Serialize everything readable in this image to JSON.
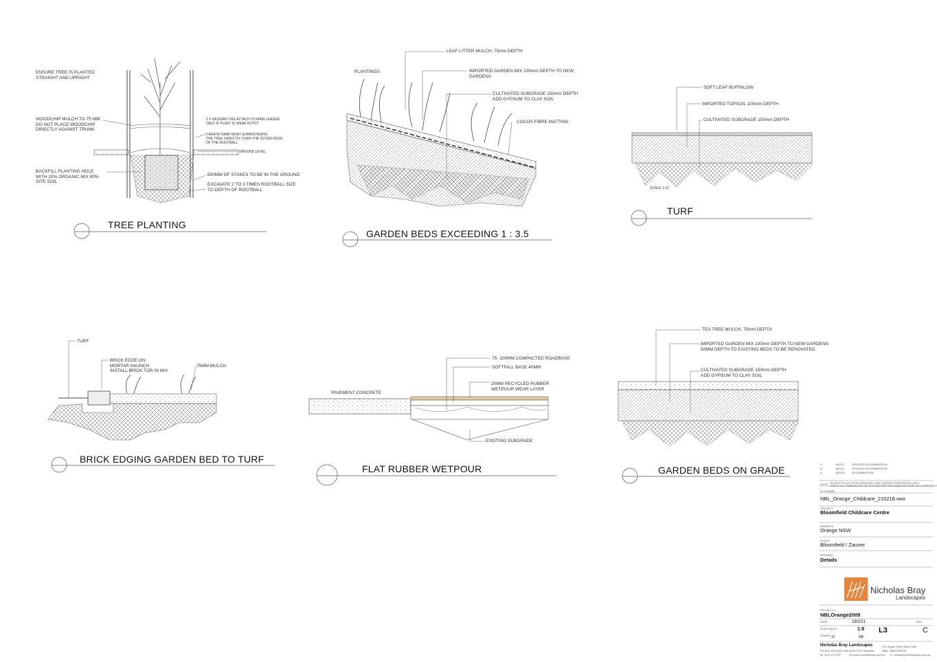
{
  "details": {
    "tree": {
      "title": "TREE PLANTING",
      "notes": [
        "ENSURE TREE IS PLANTED\nSTRAIGHT AND UPRIGHT",
        "WOODCHIP MULCH TO 75 MM\nDO NOT PLACE WOODCHIP\nDIRECTLY AGAINST TRUNK",
        "2 X HESSIAN TIES ATTACH TO MAIN LEADER\nONLY IF PLANT IS WEAK IN POT",
        "CREATE 50MM MOAT SURROUNDING\nTHE TREE DIRECTLY OVER THE OUTER EDGE\nOF THE ROOTBALL",
        "GROUND LEVEL",
        "BACKFILL PLANTING HOLE\nWITH 20% ORGANIC MIX 80%\nSITE SOIL",
        "600MM OF STAKES TO BE IN THE GROUND",
        "EXCAVATE 2 TO 3 TIMES ROOTBALL SIZE\nTO DEPTH OF ROOTBALL"
      ]
    },
    "slope": {
      "title": "GARDEN BEDS EXCEEDING 1 : 3.5",
      "notes": [
        "LEAF LITTER MULCH, 75mm DEPTH",
        "PLANTINGS",
        "IMPORTED GARDEN MIX 100mm DEPTH TO NEW\nGARDENS",
        "CULTIVATED SUBGRADE 150mm DEPTH\nADD GYPSUM TO CLAY SOIL",
        "COCOS FIBRE MATTING"
      ]
    },
    "turf": {
      "title": "TURF",
      "notes": [
        "SOFT LEAF BUFFALOW",
        "IMPORTED TOPSOIL 100mm DEPTH",
        "CULTIVATED SUBGRADE 150mm DEPTH",
        "SCALE 1:10"
      ]
    },
    "brick": {
      "title": "BRICK EDGING GARDEN BED TO TURF",
      "notes": [
        "TURF",
        "BRICK EDGE ON\nMORTAR HAUNCH\nINSTALL BRICK TOR IN MIX",
        "75MM MULCH"
      ]
    },
    "wetpour": {
      "title": "FLAT RUBBER WETPOUR",
      "notes": [
        "75- 100MM COMPACTED ROADBASE",
        "SOFTFALL BASE 40MM",
        "20MM RECYCLED RUBBER\nWETPOUR WEAR LAYER",
        "PAVEMENT CONCRETE",
        "EXISTING SUBGRADE"
      ]
    },
    "grade": {
      "title": "GARDEN BEDS ON GRADE",
      "notes": [
        "TEA TREE MULCH, 75mm DEPTH",
        "IMPORTED GARDEN MIX 100mm DEPTH TO NEW GARDENS\n50MM DEPTH TO EXISTING BEDS TO BE RENOVATED",
        "CULTIVATED SUBGRADE 150mm DEPTH\nADD GYPSUM TO CLAY SOIL"
      ]
    }
  },
  "titleblock": {
    "revisions": [
      {
        "rev": "C",
        "date": "18/2/21",
        "desc": "UPDATED DA SUBMISSION"
      },
      {
        "rev": "B",
        "date": "18/2/21",
        "desc": "UPDATED DA SUBMISSION"
      },
      {
        "rev": "A",
        "date": "18/2/20",
        "desc": "DA SUBMISSION"
      }
    ],
    "note_label": "NOTE",
    "note_text": "DO NOT SCALE FROM DRAWING. USE FIGURED DIMENSIONS ONLY.\nCHECK ALL DIMENSIONS ON SITE BEFORE ANY MANUFACTURE OR CONSTRUCTION",
    "file_label": "FILE NAME",
    "file_name": "NBL_Orange_Childcare_210218.vwx",
    "project_label": "PROJECT",
    "project": "Bloomfield Childcare Centre",
    "address_label": "ADDRESS",
    "address": "Orange NSW",
    "client_label": "CLIENT",
    "client": "Bloomfield / Zauner",
    "drawing_label": "DRAWING",
    "drawing": "Details",
    "company_name": "Nicholas Bray",
    "company_sub": "Landscapes",
    "project_no_label": "PROJECT #",
    "project_no": "NBLOrange2009",
    "date_label": "DATE",
    "date": "18/2/21",
    "scale_label": "SCALE @ A1",
    "scale": "1:8",
    "drawn_label": "DRAWN",
    "drawn": "JJ",
    "checked": "NB",
    "dwg_no": "L3",
    "rev_label": "REV",
    "rev": "C",
    "footer_name": "Nicholas Bray Landscapes",
    "footer_addr1": "PO Box 232 Moss Vale NSW 2577 Australia",
    "footer_addr2": "471 Argyle Street Moss Vale",
    "footer_abn": "ABN: 29691095209",
    "footer_phone": "M: 0417 273 247",
    "footer_web": "W: www.nicholasbray.com.au",
    "footer_email": "E: contact@nicholasbray.com.au"
  }
}
